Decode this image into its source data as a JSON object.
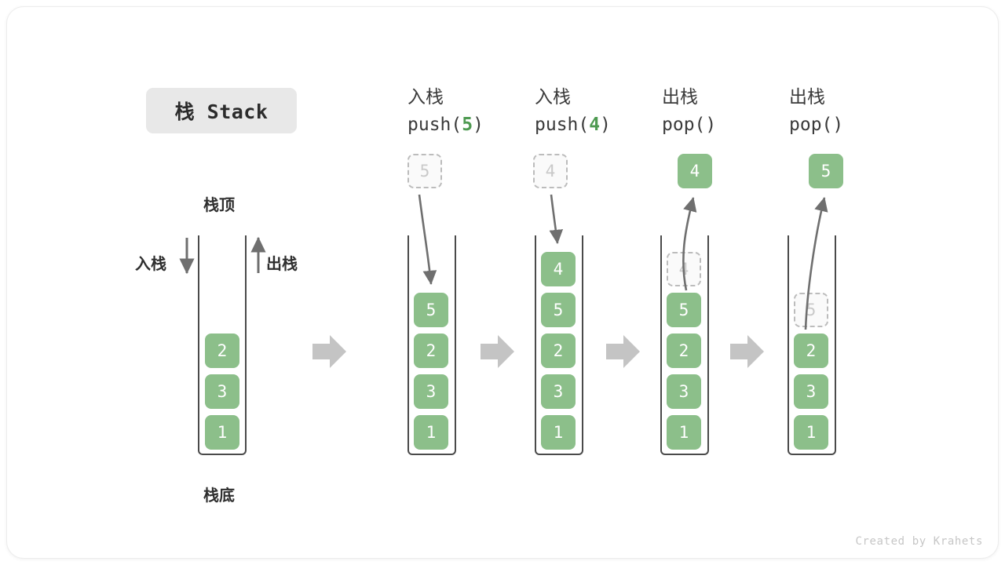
{
  "title_badge": {
    "label": "栈 Stack"
  },
  "left_stack": {
    "top_label": "栈顶",
    "bottom_label": "栈底",
    "push_label": "入栈",
    "pop_label": "出栈",
    "cells": [
      "2",
      "3",
      "1"
    ]
  },
  "steps": [
    {
      "id": "push-5",
      "caption_cn": "入栈",
      "code_prefix": "push(",
      "code_arg": "5",
      "code_suffix": ")",
      "ghost_above": "5",
      "ghost_in_stack": null,
      "exited_cell": null,
      "cells": [
        "5",
        "2",
        "3",
        "1"
      ],
      "arrow": "down-into-stack"
    },
    {
      "id": "push-4",
      "caption_cn": "入栈",
      "code_prefix": "push(",
      "code_arg": "4",
      "code_suffix": ")",
      "ghost_above": "4",
      "ghost_in_stack": null,
      "exited_cell": null,
      "cells": [
        "4",
        "5",
        "2",
        "3",
        "1"
      ],
      "arrow": "down-into-stack"
    },
    {
      "id": "pop-1",
      "caption_cn": "出栈",
      "code_prefix": "pop(",
      "code_arg": "",
      "code_suffix": ")",
      "ghost_above": null,
      "ghost_in_stack": "4",
      "exited_cell": "4",
      "cells": [
        "5",
        "2",
        "3",
        "1"
      ],
      "arrow": "up-out-of-stack"
    },
    {
      "id": "pop-2",
      "caption_cn": "出栈",
      "code_prefix": "pop(",
      "code_arg": "",
      "code_suffix": ")",
      "ghost_above": null,
      "ghost_in_stack": "5",
      "exited_cell": "5",
      "cells": [
        "2",
        "3",
        "1"
      ],
      "arrow": "up-out-of-stack"
    }
  ],
  "credit": "Created by Krahets",
  "colors": {
    "cell_green": "#8cbf8a",
    "badge_gray": "#e8e8e8",
    "arrow_gray": "#c4c4c4",
    "stroke_dark": "#4a4a4a",
    "ghost_border": "#bcbcbc"
  }
}
